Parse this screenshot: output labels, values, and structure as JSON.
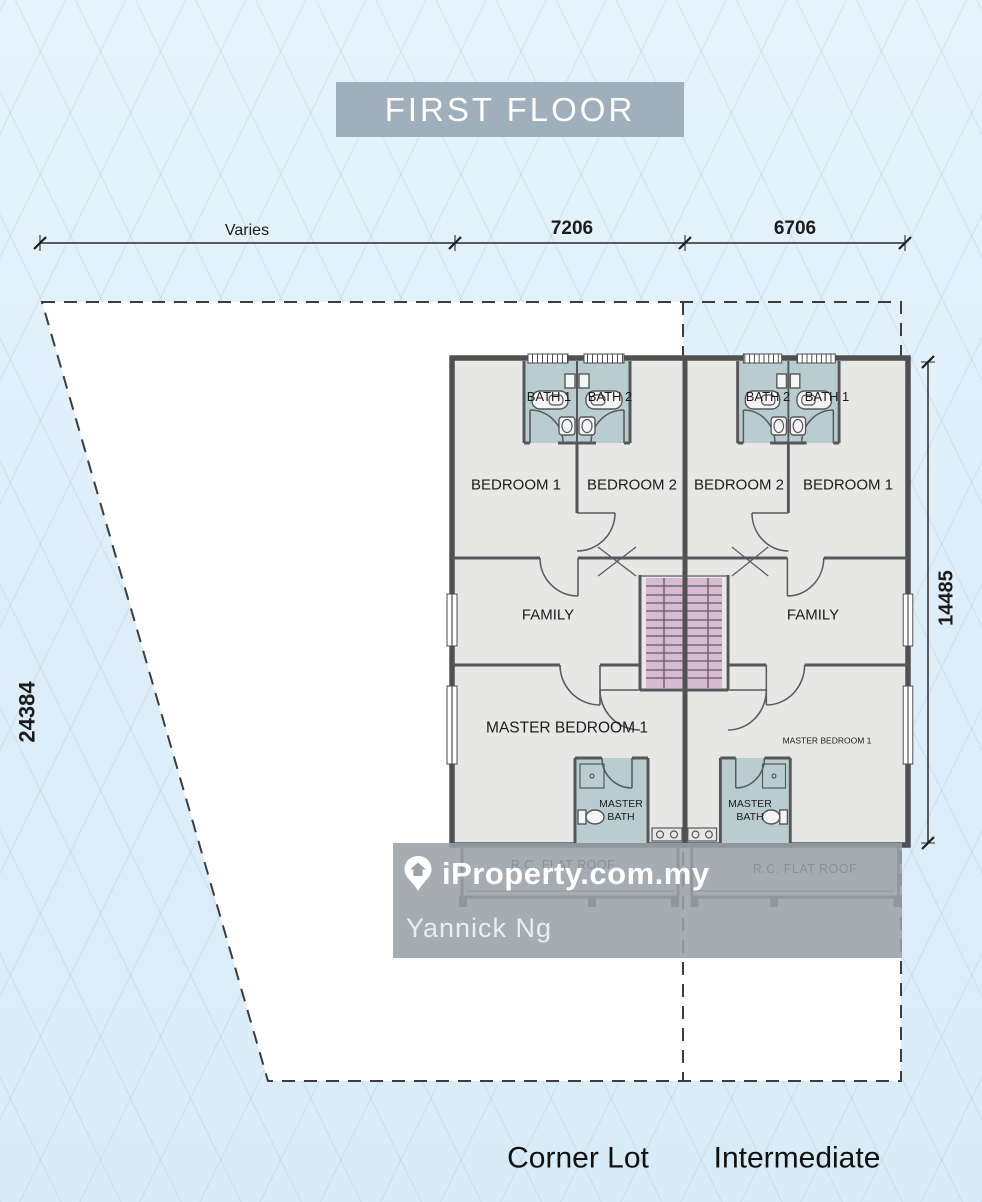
{
  "title": "FIRST FLOOR",
  "dimensions": {
    "top_segment_1": "Varies",
    "top_segment_2": "7206",
    "top_segment_3": "6706",
    "left_vertical": "24384",
    "right_vertical": "14485"
  },
  "plan": {
    "corner": {
      "bath_left": "BATH 1",
      "bath_right": "BATH 2",
      "bedroom_left": "BEDROOM 1",
      "bedroom_right": "BEDROOM 2",
      "family": "FAMILY",
      "master_bedroom": "MASTER BEDROOM 1",
      "master_bath": "MASTER BATH",
      "flat_roof": "R.C. FLAT ROOF"
    },
    "intermediate": {
      "bath_left": "BATH 2",
      "bath_right": "BATH 1",
      "bedroom_left": "BEDROOM 2",
      "bedroom_right": "BEDROOM 1",
      "family": "FAMILY",
      "master_bedroom": "MASTER BEDROOM 1",
      "master_bath": "MASTER BATH",
      "flat_roof": "R.C. FLAT ROOF"
    }
  },
  "footer": {
    "corner_label": "Corner Lot",
    "intermediate_label": "Intermediate"
  },
  "watermark": {
    "brand": "iProperty.com.my",
    "agent": "Yannick Ng"
  },
  "colors": {
    "title_bar": "#9FAFBC",
    "bath_fill": "#B9CDD1",
    "stair_fill": "#D8BBD3",
    "room_fill": "#E7E8E5",
    "wall": "#4F5052",
    "background": "#DFEFF9",
    "watermark_overlay": "#98A0A7"
  }
}
